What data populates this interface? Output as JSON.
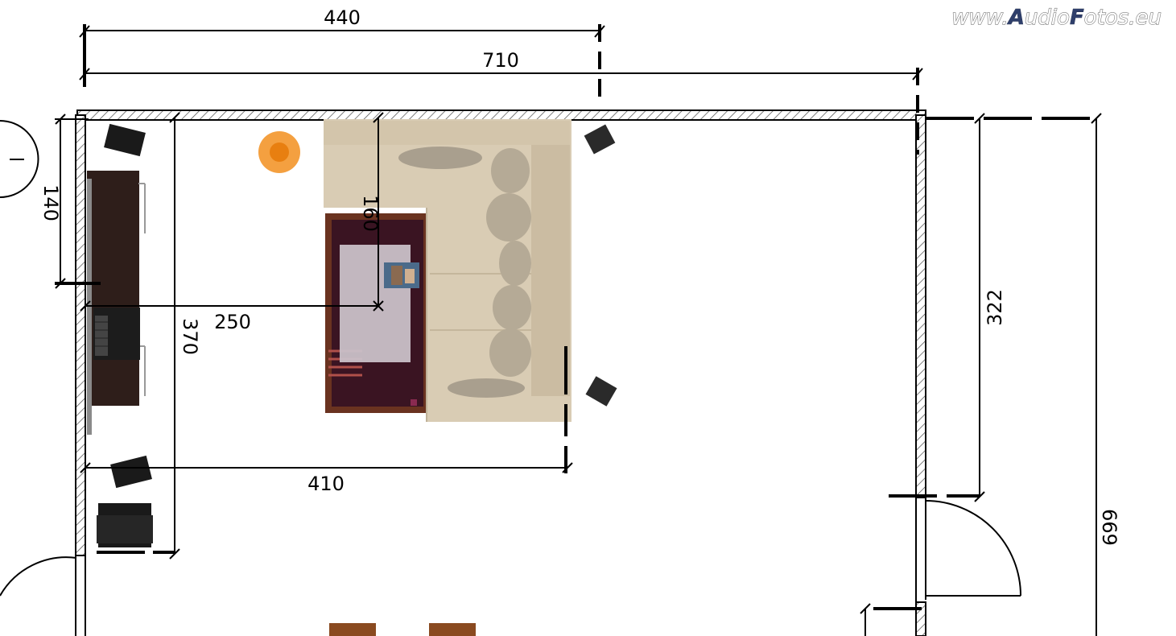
{
  "watermark": {
    "prefix": "www.",
    "brand_a": "A",
    "brand_a_rest": "udio",
    "brand_f": "F",
    "brand_f_rest": "otos.eu"
  },
  "dimensions": {
    "d440": "440",
    "d710": "710",
    "d140": "140",
    "d160": "160",
    "d250": "250",
    "d370": "370",
    "d410": "410",
    "d322": "322",
    "d669": "669"
  },
  "colors": {
    "wall_hatch": "#555555",
    "sofa": "#d9ccb4",
    "sofa_shadow": "#a99f8e",
    "rug_outer": "#6a3320",
    "rug_inner": "#3a1422",
    "table_glass": "#c9c0c8",
    "cabinet": "#2e1e1a",
    "speaker": "#1a1a1a",
    "lamp_outer": "#f4a040",
    "lamp_inner": "#e87f10",
    "chair": "#8a4a20"
  }
}
